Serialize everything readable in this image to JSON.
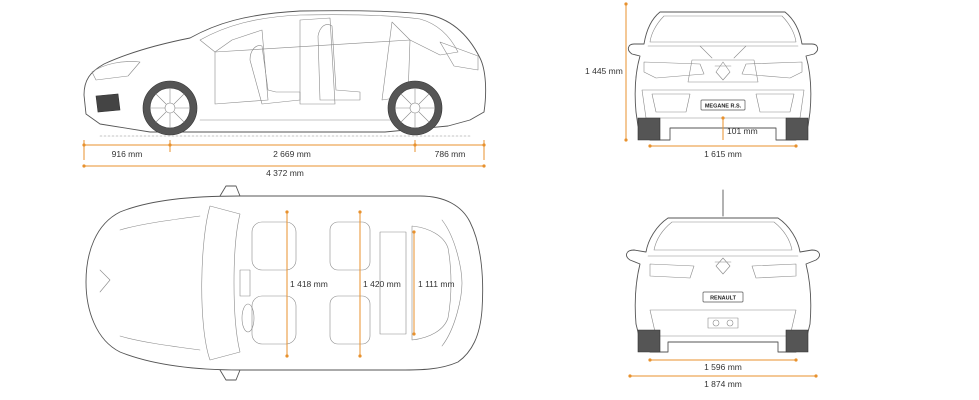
{
  "colors": {
    "accent": "#e8912d",
    "line": "#555555"
  },
  "side_view": {
    "front_overhang": "916 mm",
    "wheelbase": "2 669 mm",
    "rear_overhang": "786 mm",
    "overall_length": "4 372 mm"
  },
  "front_view": {
    "height": "1 445 mm",
    "ground_clearance": "101 mm",
    "front_track": "1 615 mm",
    "badge": "MEGANE R.S."
  },
  "top_view": {
    "front_width": "1 418 mm",
    "rear_width": "1 420 mm",
    "boot_width": "1 111 mm"
  },
  "rear_view": {
    "rear_track": "1 596 mm",
    "overall_width": "1 874 mm",
    "badge": "RENAULT"
  }
}
